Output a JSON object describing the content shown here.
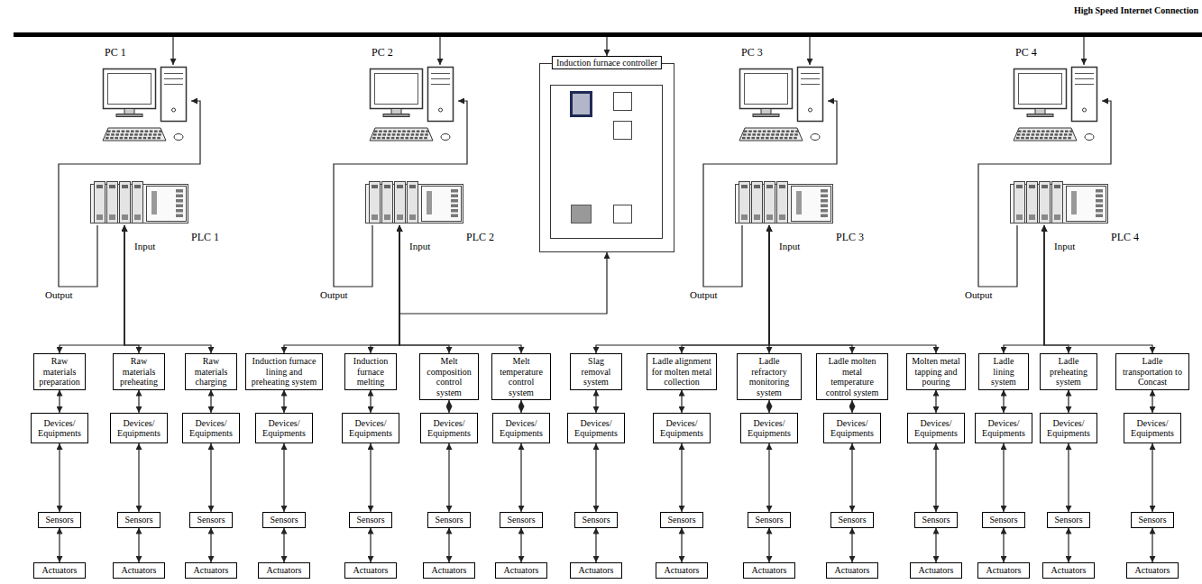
{
  "diagram": {
    "nodes": [
      {
        "text": [
          "High Speed Internet Connection"
        ]
      },
      {
        "text": [
          "PC 1"
        ]
      },
      {
        "text": [
          "PC 2"
        ]
      },
      {
        "text": [
          "Induction furnace controller"
        ]
      },
      {
        "text": [
          "PC 3"
        ]
      },
      {
        "text": [
          "PC 4"
        ]
      },
      {
        "text": [
          "PLC 1"
        ]
      },
      {
        "text": [
          "PLC 2"
        ]
      },
      {
        "text": [
          "PLC 3"
        ]
      },
      {
        "text": [
          "PLC 4"
        ]
      },
      {
        "text": [
          "Raw materials preparation"
        ]
      },
      {
        "text": [
          "Raw materials preheating"
        ]
      },
      {
        "text": [
          "Raw materials charging"
        ]
      },
      {
        "text": [
          "Induction furnace lining and preheating system"
        ]
      },
      {
        "text": [
          "Induction furnace melting"
        ]
      },
      {
        "text": [
          "Melt composition control system"
        ]
      },
      {
        "text": [
          "Melt temperature control system"
        ]
      },
      {
        "text": [
          "Slag removal system"
        ]
      },
      {
        "text": [
          "Ladle alignment for molten metal collection"
        ]
      },
      {
        "text": [
          "Ladle refractory monitoring system"
        ]
      },
      {
        "text": [
          "Ladle molten metal temperature control system"
        ]
      },
      {
        "text": [
          "Molten metal tapping and pouring"
        ]
      },
      {
        "text": [
          "Ladle lining system"
        ]
      },
      {
        "text": [
          "Ladle preheating system"
        ]
      },
      {
        "text": [
          "Ladle transportation to Concast"
        ]
      },
      {
        "text": [
          "Devices/ Equipments"
        ]
      },
      {
        "text": [
          "Devices/ Equipments"
        ]
      },
      {
        "text": [
          "Devices/ Equipments"
        ]
      },
      {
        "text": [
          "Devices/ Equipments"
        ]
      },
      {
        "text": [
          "Devices/ Equipments"
        ]
      },
      {
        "text": [
          "Devices/ Equipments"
        ]
      },
      {
        "text": [
          "Devices/ Equipments"
        ]
      },
      {
        "text": [
          "Devices/ Equipments"
        ]
      },
      {
        "text": [
          "Devices/ Equipments"
        ]
      },
      {
        "text": [
          "Devices/ Equipments"
        ]
      },
      {
        "text": [
          "Devices/ Equipments"
        ]
      },
      {
        "text": [
          "Devices/ Equipments"
        ]
      },
      {
        "text": [
          "Devices/ Equipments"
        ]
      },
      {
        "text": [
          "Devices/ Equipments"
        ]
      },
      {
        "text": [
          "Devices/ Equipments"
        ]
      },
      {
        "text": [
          "Sensors"
        ]
      },
      {
        "text": [
          "Sensors"
        ]
      },
      {
        "text": [
          "Sensors"
        ]
      },
      {
        "text": [
          "Sensors"
        ]
      },
      {
        "text": [
          "Sensors"
        ]
      },
      {
        "text": [
          "Sensors"
        ]
      },
      {
        "text": [
          "Sensors"
        ]
      },
      {
        "text": [
          "Sensors"
        ]
      },
      {
        "text": [
          "Sensors"
        ]
      },
      {
        "text": [
          "Sensors"
        ]
      },
      {
        "text": [
          "Sensors"
        ]
      },
      {
        "text": [
          "Sensors"
        ]
      },
      {
        "text": [
          "Sensors"
        ]
      },
      {
        "text": [
          "Sensors"
        ]
      },
      {
        "text": [
          "Sensors"
        ]
      },
      {
        "text": [
          "Actuators"
        ]
      },
      {
        "text": [
          "Actuators"
        ]
      },
      {
        "text": [
          "Actuators"
        ]
      },
      {
        "text": [
          "Actuators"
        ]
      },
      {
        "text": [
          "Actuators"
        ]
      },
      {
        "text": [
          "Actuators"
        ]
      },
      {
        "text": [
          "Actuators"
        ]
      },
      {
        "text": [
          "Actuators"
        ]
      },
      {
        "text": [
          "Actuators"
        ]
      },
      {
        "text": [
          "Actuators"
        ]
      },
      {
        "text": [
          "Actuators"
        ]
      },
      {
        "text": [
          "Actuators"
        ]
      },
      {
        "text": [
          "Actuators"
        ]
      },
      {
        "text": [
          "Actuators"
        ]
      },
      {
        "text": [
          "Actuators"
        ]
      }
    ],
    "edges": [
      {
        "from": 0,
        "to": 1,
        "arrow": "to"
      },
      {
        "from": 0,
        "to": 2,
        "arrow": "to"
      },
      {
        "from": 0,
        "to": 3,
        "arrow": "to"
      },
      {
        "from": 0,
        "to": 4,
        "arrow": "to"
      },
      {
        "from": 0,
        "to": 5,
        "arrow": "to"
      },
      {
        "from": 6,
        "to": 1,
        "arrow": "to"
      },
      {
        "from": 7,
        "to": 2,
        "arrow": "to"
      },
      {
        "from": 8,
        "to": 4,
        "arrow": "to"
      },
      {
        "from": 9,
        "to": 5,
        "arrow": "to"
      },
      {
        "from": 7,
        "to": 3,
        "arrow": "to"
      },
      {
        "from": 6,
        "to": 10,
        "arrow": "both"
      },
      {
        "from": 6,
        "to": 11,
        "arrow": "both"
      },
      {
        "from": 6,
        "to": 12,
        "arrow": "both"
      },
      {
        "from": 7,
        "to": 13,
        "arrow": "both"
      },
      {
        "from": 7,
        "to": 14,
        "arrow": "both"
      },
      {
        "from": 7,
        "to": 15,
        "arrow": "both"
      },
      {
        "from": 7,
        "to": 16,
        "arrow": "both"
      },
      {
        "from": 8,
        "to": 17,
        "arrow": "both"
      },
      {
        "from": 8,
        "to": 18,
        "arrow": "both"
      },
      {
        "from": 8,
        "to": 19,
        "arrow": "both"
      },
      {
        "from": 8,
        "to": 20,
        "arrow": "both"
      },
      {
        "from": 8,
        "to": 21,
        "arrow": "both"
      },
      {
        "from": 9,
        "to": 22,
        "arrow": "both"
      },
      {
        "from": 9,
        "to": 23,
        "arrow": "both"
      },
      {
        "from": 9,
        "to": 24,
        "arrow": "both"
      },
      {
        "from": 10,
        "to": 25,
        "arrow": "both"
      },
      {
        "from": 11,
        "to": 26,
        "arrow": "both"
      },
      {
        "from": 12,
        "to": 27,
        "arrow": "both"
      },
      {
        "from": 13,
        "to": 28,
        "arrow": "both"
      },
      {
        "from": 14,
        "to": 29,
        "arrow": "both"
      },
      {
        "from": 15,
        "to": 30,
        "arrow": "both"
      },
      {
        "from": 16,
        "to": 31,
        "arrow": "both"
      },
      {
        "from": 17,
        "to": 32,
        "arrow": "both"
      },
      {
        "from": 18,
        "to": 33,
        "arrow": "both"
      },
      {
        "from": 19,
        "to": 34,
        "arrow": "both"
      },
      {
        "from": 20,
        "to": 35,
        "arrow": "both"
      },
      {
        "from": 21,
        "to": 36,
        "arrow": "both"
      },
      {
        "from": 22,
        "to": 37,
        "arrow": "both"
      },
      {
        "from": 23,
        "to": 38,
        "arrow": "both"
      },
      {
        "from": 24,
        "to": 39,
        "arrow": "both"
      },
      {
        "from": 25,
        "to": 40,
        "arrow": "both"
      },
      {
        "from": 26,
        "to": 41,
        "arrow": "both"
      },
      {
        "from": 27,
        "to": 42,
        "arrow": "both"
      },
      {
        "from": 28,
        "to": 43,
        "arrow": "both"
      },
      {
        "from": 29,
        "to": 44,
        "arrow": "both"
      },
      {
        "from": 30,
        "to": 45,
        "arrow": "both"
      },
      {
        "from": 31,
        "to": 46,
        "arrow": "both"
      },
      {
        "from": 32,
        "to": 47,
        "arrow": "both"
      },
      {
        "from": 33,
        "to": 48,
        "arrow": "both"
      },
      {
        "from": 34,
        "to": 49,
        "arrow": "both"
      },
      {
        "from": 35,
        "to": 50,
        "arrow": "both"
      },
      {
        "from": 36,
        "to": 51,
        "arrow": "both"
      },
      {
        "from": 37,
        "to": 52,
        "arrow": "both"
      },
      {
        "from": 38,
        "to": 53,
        "arrow": "both"
      },
      {
        "from": 39,
        "to": 54,
        "arrow": "both"
      },
      {
        "from": 40,
        "to": 55,
        "arrow": "both"
      },
      {
        "from": 41,
        "to": 56,
        "arrow": "both"
      },
      {
        "from": 42,
        "to": 57,
        "arrow": "both"
      },
      {
        "from": 43,
        "to": 58,
        "arrow": "both"
      },
      {
        "from": 44,
        "to": 59,
        "arrow": "both"
      },
      {
        "from": 45,
        "to": 60,
        "arrow": "both"
      },
      {
        "from": 46,
        "to": 61,
        "arrow": "both"
      },
      {
        "from": 47,
        "to": 62,
        "arrow": "both"
      },
      {
        "from": 48,
        "to": 63,
        "arrow": "both"
      },
      {
        "from": 49,
        "to": 64,
        "arrow": "both"
      },
      {
        "from": 50,
        "to": 65,
        "arrow": "both"
      },
      {
        "from": 51,
        "to": 66,
        "arrow": "both"
      },
      {
        "from": 52,
        "to": 67,
        "arrow": "both"
      },
      {
        "from": 53,
        "to": 68,
        "arrow": "both"
      },
      {
        "from": 54,
        "to": 69,
        "arrow": "both"
      }
    ],
    "labels": [
      "Output",
      "Input",
      "Output",
      "Input",
      "Output",
      "Input",
      "Output",
      "Input"
    ]
  }
}
